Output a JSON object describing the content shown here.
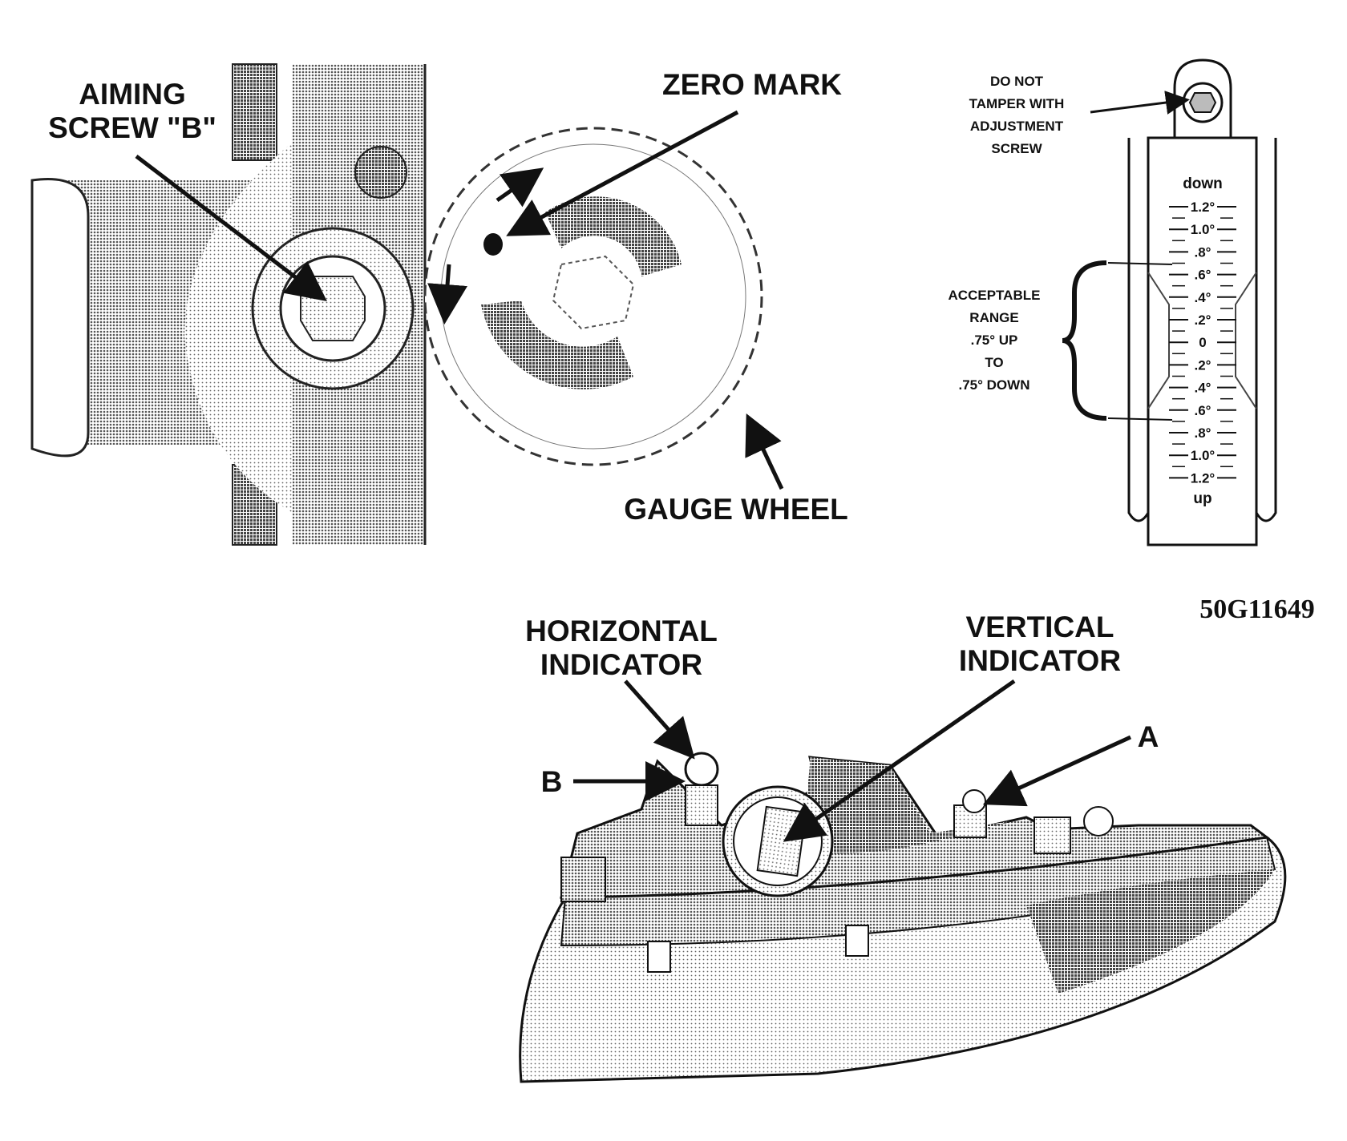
{
  "gear_callouts": {
    "aiming_screw_line1": "AIMING",
    "aiming_screw_line2": "SCREW \"B\"",
    "zero_mark": "ZERO MARK",
    "gauge_wheel": "GAUGE WHEEL"
  },
  "vertical_gauge": {
    "warning_line1": "DO NOT",
    "warning_line2": "TAMPER WITH",
    "warning_line3": "ADJUSTMENT",
    "warning_line4": "SCREW",
    "top_label": "down",
    "bottom_label": "up",
    "scale_marks": [
      "1.2°",
      "1.0°",
      ".8°",
      ".6°",
      ".4°",
      ".2°",
      "0",
      ".2°",
      ".4°",
      ".6°",
      ".8°",
      "1.0°",
      "1.2°"
    ],
    "range_line1": "ACCEPTABLE",
    "range_line2": "RANGE",
    "range_line3": ".75° UP",
    "range_line4": "TO",
    "range_line5": ".75° DOWN"
  },
  "figure_id": "50G11649",
  "headlamp_callouts": {
    "horizontal_line1": "HORIZONTAL",
    "horizontal_line2": "INDICATOR",
    "vertical_line1": "VERTICAL",
    "vertical_line2": "INDICATOR",
    "screw_a": "A",
    "screw_b": "B"
  },
  "colors": {
    "ink": "#111111",
    "shade_dark": "#555555",
    "shade_mid": "#8a8a8a",
    "shade_light": "#c4c4c4",
    "paper": "#ffffff"
  }
}
